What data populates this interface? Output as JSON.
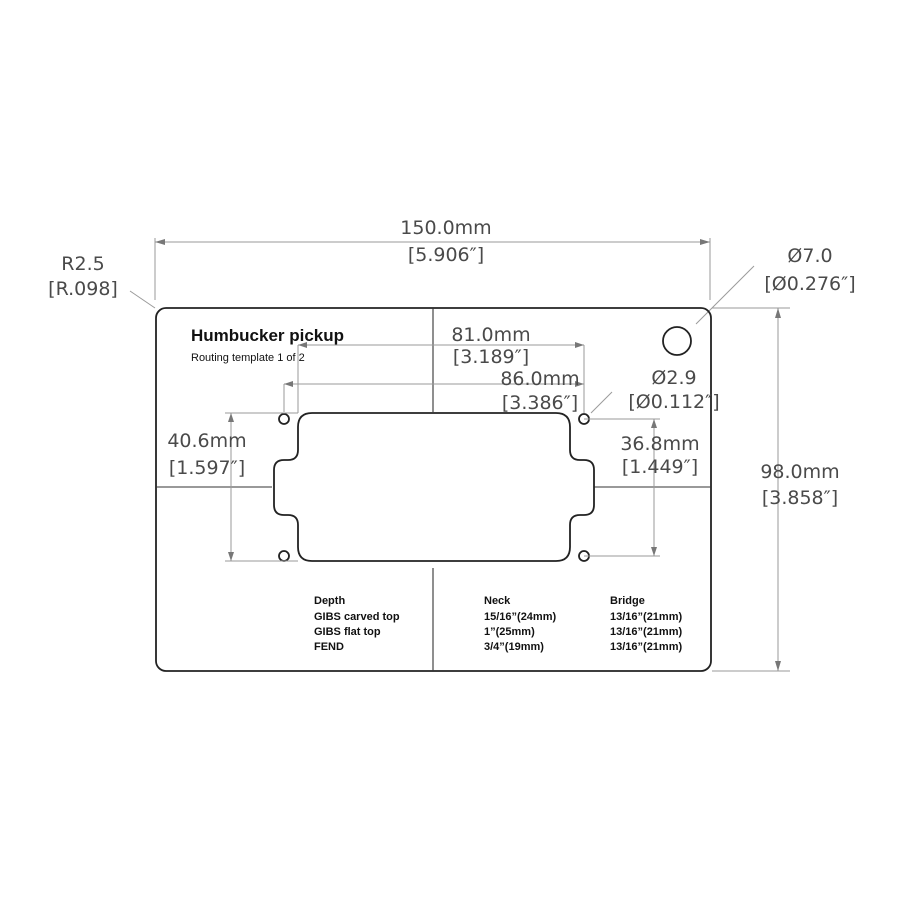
{
  "dimensions": {
    "overall_width": {
      "mm": "150.0mm",
      "in": "[5.906″]"
    },
    "corner_radius": {
      "mm": "R2.5",
      "in": "[R.098]"
    },
    "mount_hole": {
      "mm": "Ø7.0",
      "in": "[Ø0.276″]"
    },
    "overall_height": {
      "mm": "98.0mm",
      "in": "[3.858″]"
    },
    "inner_width": {
      "mm": "81.0mm",
      "in": "[3.189″]"
    },
    "screw_span": {
      "mm": "86.0mm",
      "in": "[3.386″]"
    },
    "screw_hole": {
      "mm": "Ø2.9",
      "in": "[Ø0.112″]"
    },
    "route_height": {
      "mm": "40.6mm",
      "in": "[1.597″]"
    },
    "screw_vertical": {
      "mm": "36.8mm",
      "in": "[1.449″]"
    }
  },
  "template": {
    "title": "Humbucker pickup",
    "subtitle": "Routing template 1 of 2"
  },
  "depth_table": {
    "header_label": "Depth",
    "header_neck": "Neck",
    "header_bridge": "Bridge",
    "rows": [
      {
        "label": "GIBS carved top",
        "neck": "15/16”(24mm)",
        "bridge": "13/16”(21mm)"
      },
      {
        "label": "GIBS flat top",
        "neck": "1”(25mm)",
        "bridge": "13/16”(21mm)"
      },
      {
        "label": "FEND",
        "neck": "3/4”(19mm)",
        "bridge": "13/16”(21mm)"
      }
    ]
  }
}
